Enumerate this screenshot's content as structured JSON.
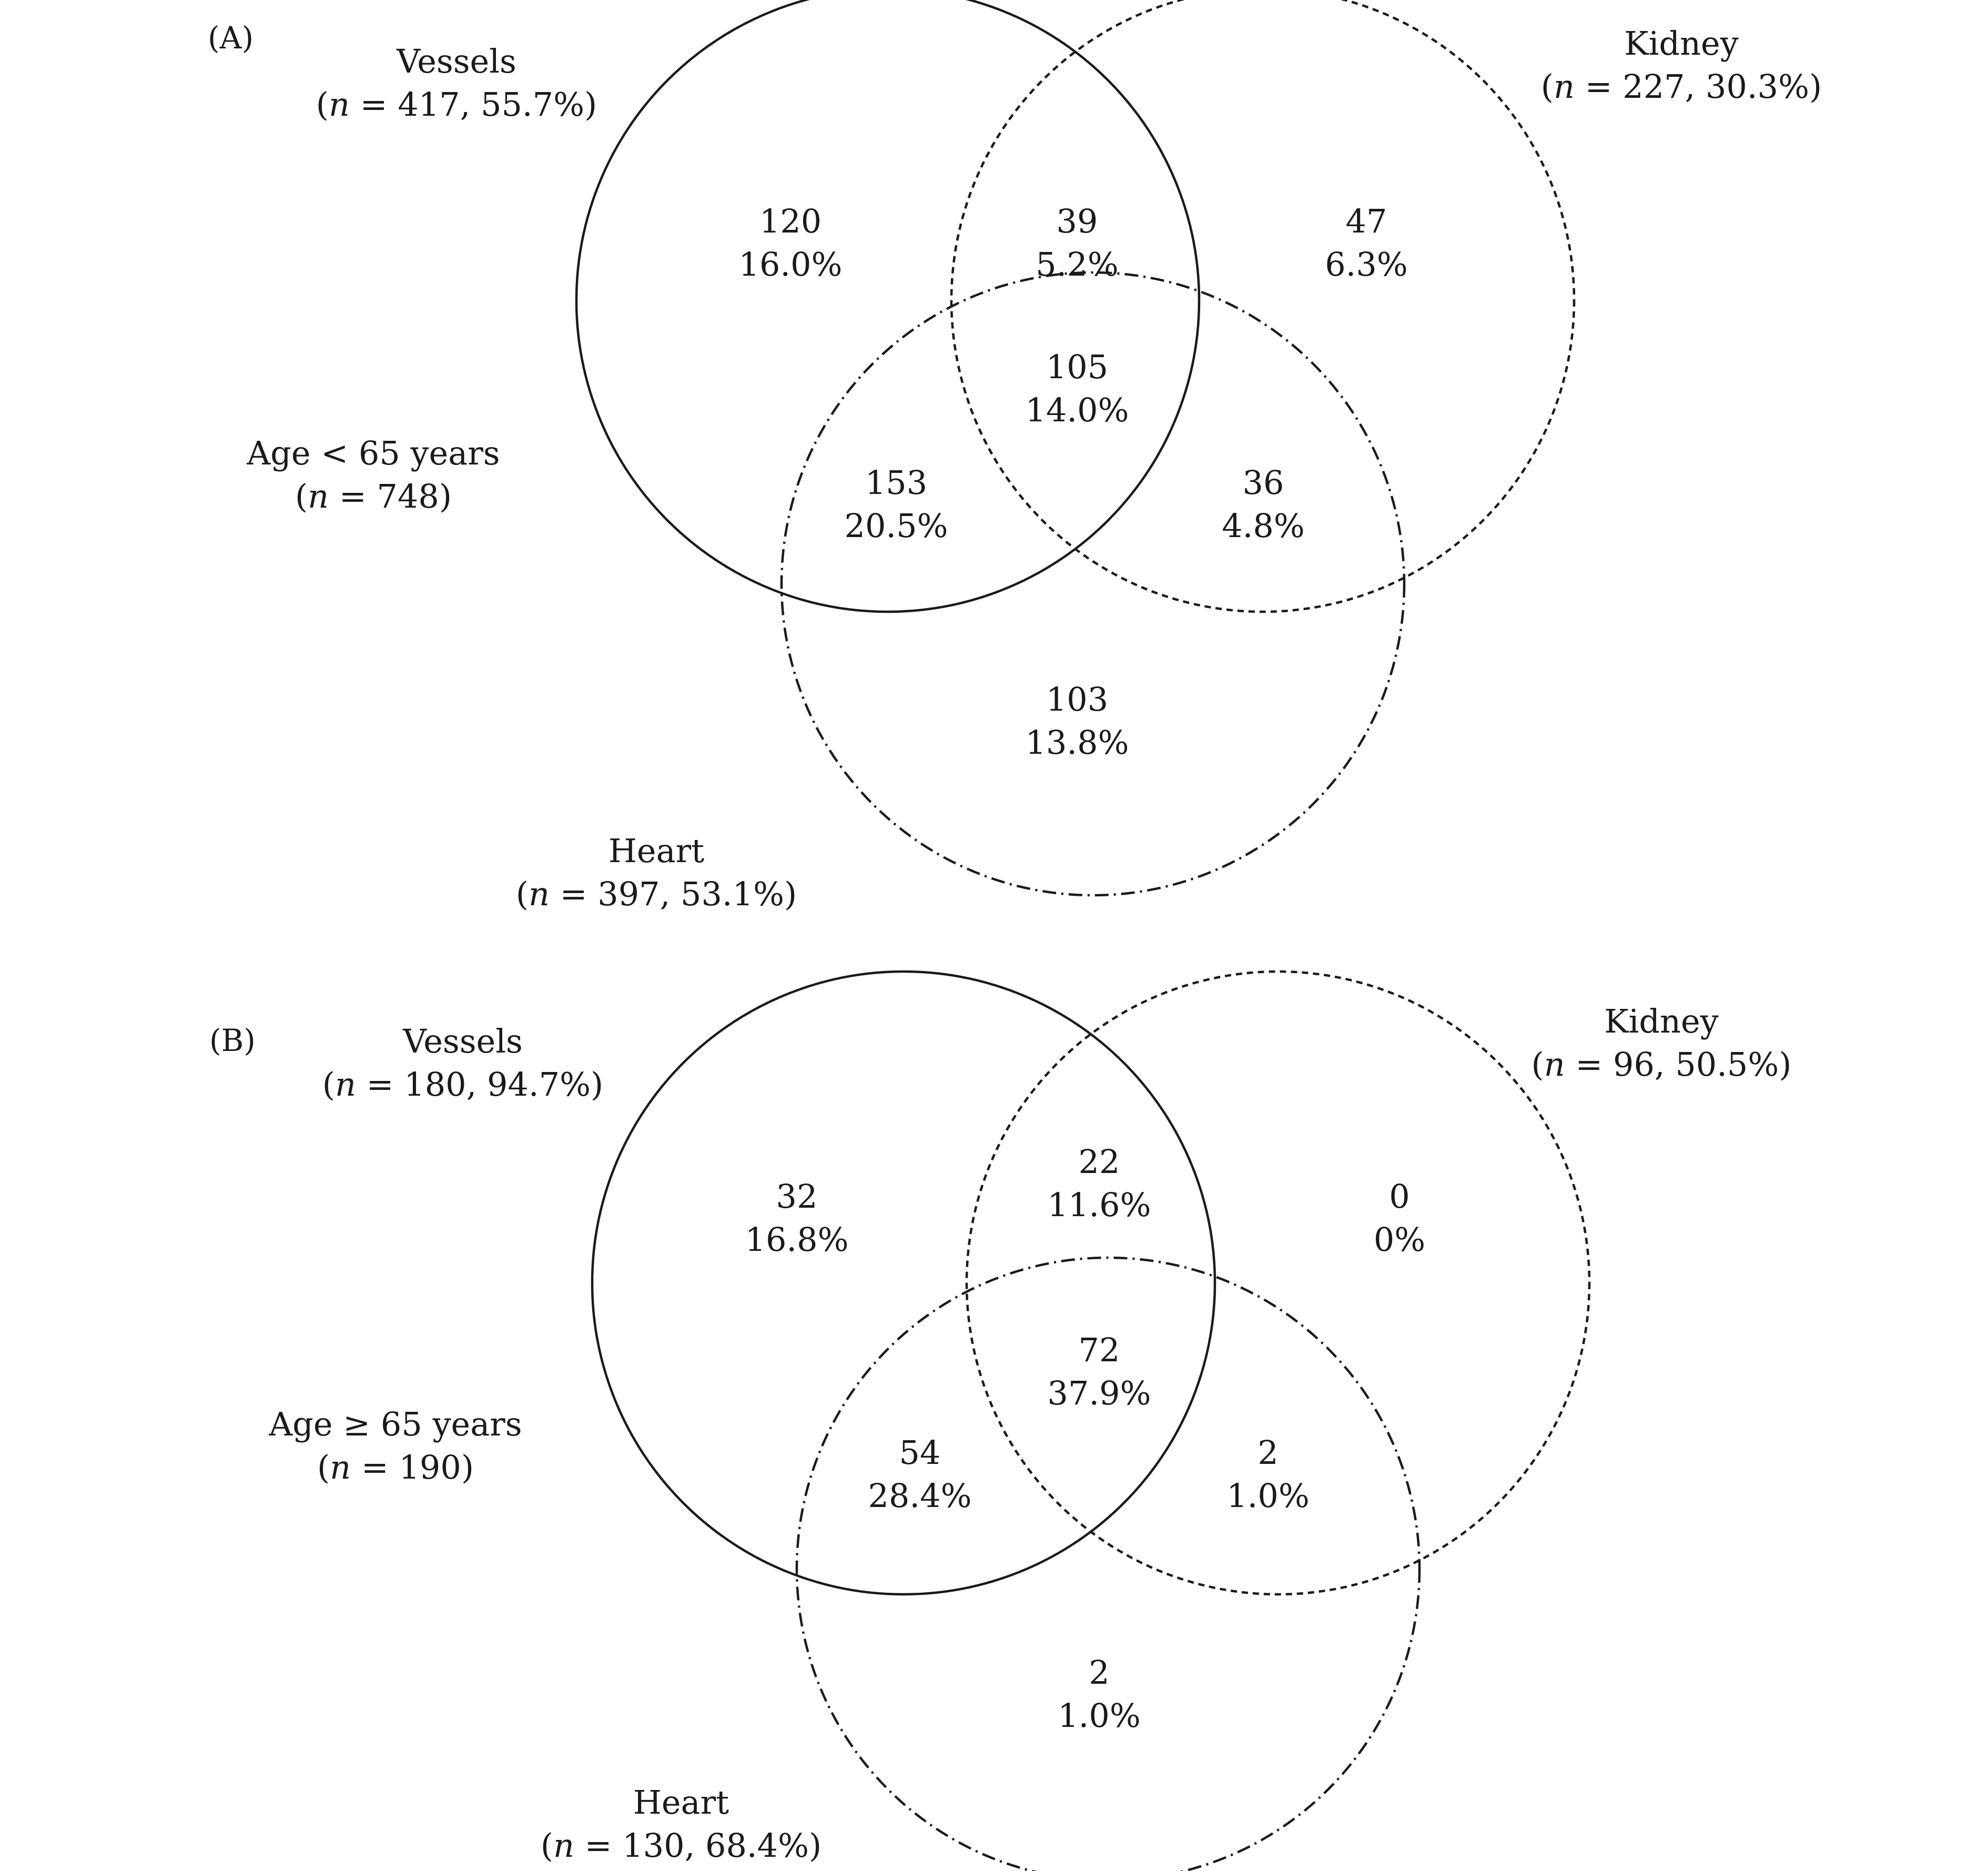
{
  "panels": [
    {
      "tag": "(A)",
      "group": {
        "line1": "Age < 65 years",
        "n_prefix": "(",
        "n_var": "n",
        "n_rest": " = 748)"
      },
      "vessels": {
        "name": "Vessels",
        "n_prefix": "(",
        "n_var": "n",
        "n_rest": " = 417, 55.7%)"
      },
      "kidney": {
        "name": "Kidney",
        "n_prefix": "(",
        "n_var": "n",
        "n_rest": " = 227, 30.3%)"
      },
      "heart": {
        "name": "Heart",
        "n_prefix": "(",
        "n_var": "n",
        "n_rest": " = 397, 53.1%)"
      },
      "regions": {
        "vessels_only": {
          "count": "120",
          "pct": "16.0%"
        },
        "vessels_kidney": {
          "count": "39",
          "pct": "5.2%"
        },
        "kidney_only": {
          "count": "47",
          "pct": "6.3%"
        },
        "all_three": {
          "count": "105",
          "pct": "14.0%"
        },
        "vessels_heart": {
          "count": "153",
          "pct": "20.5%"
        },
        "kidney_heart": {
          "count": "36",
          "pct": "4.8%"
        },
        "heart_only": {
          "count": "103",
          "pct": "13.8%"
        }
      }
    },
    {
      "tag": "(B)",
      "group": {
        "line1": "Age ≥ 65 years",
        "n_prefix": "(",
        "n_var": "n",
        "n_rest": " = 190)"
      },
      "vessels": {
        "name": "Vessels",
        "n_prefix": "(",
        "n_var": "n",
        "n_rest": " = 180, 94.7%)"
      },
      "kidney": {
        "name": "Kidney",
        "n_prefix": "(",
        "n_var": "n",
        "n_rest": " = 96, 50.5%)"
      },
      "heart": {
        "name": "Heart",
        "n_prefix": "(",
        "n_var": "n",
        "n_rest": " = 130, 68.4%)"
      },
      "regions": {
        "vessels_only": {
          "count": "32",
          "pct": "16.8%"
        },
        "vessels_kidney": {
          "count": "22",
          "pct": "11.6%"
        },
        "kidney_only": {
          "count": "0",
          "pct": "0%"
        },
        "all_three": {
          "count": "72",
          "pct": "37.9%"
        },
        "vessels_heart": {
          "count": "54",
          "pct": "28.4%"
        },
        "kidney_heart": {
          "count": "2",
          "pct": "1.0%"
        },
        "heart_only": {
          "count": "2",
          "pct": "1.0%"
        }
      }
    }
  ]
}
